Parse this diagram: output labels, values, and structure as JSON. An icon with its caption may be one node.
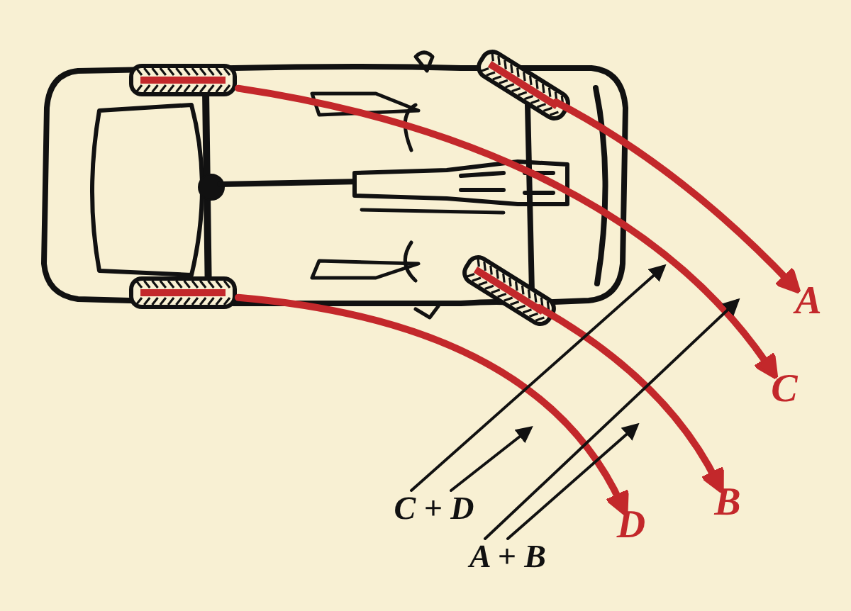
{
  "diagram": {
    "nodes": [
      {
        "text": [],
        "shape": "picture"
      },
      {
        "text": [],
        "shape": "picture",
        "in": 0
      },
      {
        "text": [],
        "shape": "picture"
      },
      {
        "text": [],
        "shape": "picture",
        "in": 0
      },
      {
        "text": [],
        "shape": "picture"
      },
      {
        "text": [
          "A"
        ]
      },
      {
        "text": [
          "C"
        ]
      },
      {
        "text": [
          "B"
        ]
      },
      {
        "text": [
          "C + D"
        ]
      },
      {
        "text": [
          "D"
        ]
      },
      {
        "text": [
          "A + B"
        ]
      }
    ],
    "edges": [
      {
        "from": 1,
        "to": 6,
        "arrow": "to",
        "style": "thick",
        "color": "#c3282b"
      },
      {
        "from": 2,
        "to": 5,
        "arrow": "to",
        "style": "thick",
        "color": "#c3282b"
      },
      {
        "from": 3,
        "to": 9,
        "arrow": "to",
        "style": "thick",
        "color": "#c3282b"
      },
      {
        "from": 4,
        "to": 7,
        "arrow": "to",
        "style": "thick",
        "color": "#c3282b"
      },
      {
        "from": 8,
        "to": null,
        "arrow": "to",
        "color": "#111111"
      },
      {
        "from": 8,
        "to": null,
        "arrow": "to",
        "color": "#111111"
      },
      {
        "from": 10,
        "to": null,
        "arrow": "to",
        "color": "#111111"
      },
      {
        "from": 10,
        "to": null,
        "arrow": "to",
        "color": "#111111"
      }
    ]
  }
}
